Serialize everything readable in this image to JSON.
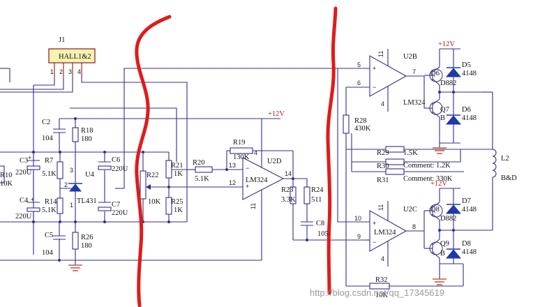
{
  "connector": {
    "ref": "J1",
    "value": "HALL1&2",
    "pins": [
      "1",
      "2",
      "3",
      "4"
    ]
  },
  "supply": {
    "vcc": "+12V"
  },
  "resistors": {
    "r10": {
      "ref": "R10",
      "value": "10K"
    },
    "r7": {
      "ref": "R7",
      "value": "5.1K"
    },
    "r14": {
      "ref": "R14",
      "value": "5.1K"
    },
    "r18": {
      "ref": "R18",
      "value": "180"
    },
    "r26": {
      "ref": "R26",
      "value": "180"
    },
    "r22": {
      "ref": "R22",
      "value": "10K"
    },
    "r21": {
      "ref": "R21",
      "value": "1K"
    },
    "r25": {
      "ref": "R25",
      "value": "1K"
    },
    "r20": {
      "ref": "R20",
      "value": "5.1K"
    },
    "r19": {
      "ref": "R19",
      "value": "130K"
    },
    "r23": {
      "ref": "R23",
      "value": "3.3K"
    },
    "r24": {
      "ref": "R24",
      "value": "511"
    },
    "r28": {
      "ref": "R28",
      "value": "430K"
    },
    "r29": {
      "ref": "R29",
      "value": "1.5K"
    },
    "r30": {
      "ref": "R30",
      "value": "Comment: 1.2K"
    },
    "r31": {
      "ref": "R31",
      "value": "Comment: 330K"
    },
    "r32": {
      "ref": "R32",
      "value": "10K"
    }
  },
  "capacitors": {
    "c2": {
      "ref": "C2",
      "value": "104"
    },
    "c3": {
      "ref": "C3",
      "value": "220U"
    },
    "c4": {
      "ref": "C4",
      "value": "220U"
    },
    "c5": {
      "ref": "C5",
      "value": "104"
    },
    "c6": {
      "ref": "C6",
      "value": "220U"
    },
    "c7": {
      "ref": "C7",
      "value": "220U"
    },
    "c8": {
      "ref": "C8",
      "value": "105"
    }
  },
  "regulator": {
    "ref": "U4",
    "value": "TL431",
    "pin_top": "3",
    "pin_bottom": "1",
    "pin_mid": "2"
  },
  "opamps": {
    "u2d": {
      "ref": "U2D",
      "value": "LM324",
      "pin_in1": "13",
      "pin_in2": "12",
      "pin_out": "14",
      "pin_vcc": "4",
      "pin_gnd": "11"
    },
    "u2b": {
      "ref": "U2B",
      "value": "LM324",
      "pin_in1": "5",
      "pin_in2": "6",
      "pin_out": "7",
      "pin_vcc": "11",
      "pin_gnd": "4"
    },
    "u2c": {
      "ref": "U2C",
      "value": "LM324",
      "pin_in1": "10",
      "pin_in2": "9",
      "pin_out": "8",
      "pin_vcc": "11",
      "pin_gnd": "4"
    }
  },
  "transistors": {
    "q6": {
      "ref": "Q6",
      "value": "D882"
    },
    "q7": {
      "ref": "Q7",
      "value": "B"
    },
    "q8": {
      "ref": "Q8",
      "value": "D882"
    },
    "q9": {
      "ref": "Q9",
      "value": "B"
    }
  },
  "diodes": {
    "d5": {
      "ref": "D5",
      "value": "4148"
    },
    "d6": {
      "ref": "D6",
      "value": "4148"
    },
    "d7": {
      "ref": "D7",
      "value": "4148"
    },
    "d8": {
      "ref": "D8",
      "value": "4148"
    }
  },
  "inductor": {
    "ref": "L2",
    "value": "B&D"
  },
  "watermark": "http://blog.csdn.net/qq_17345619"
}
